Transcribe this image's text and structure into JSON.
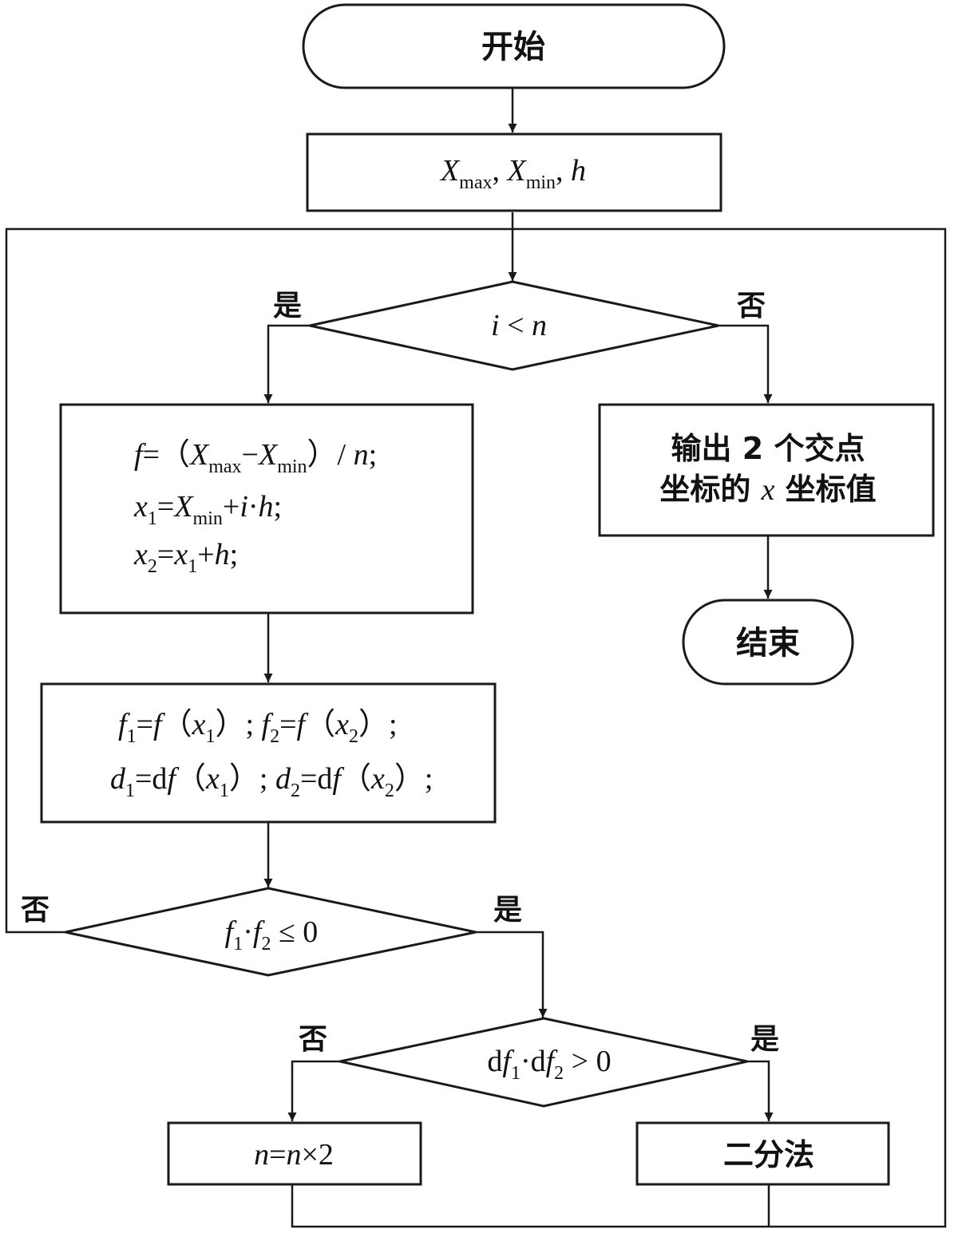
{
  "nodes": {
    "start": "开始",
    "input": {
      "X": "X",
      "max": "max",
      "sep1": ", ",
      "min": "min",
      "sep2": ", ",
      "h": "h"
    },
    "cond1": {
      "i": "i",
      "lt": " < ",
      "n": "n"
    },
    "proc1": {
      "l1_f": "f",
      "l1_eq": "=（",
      "l1_X1": "X",
      "l1_max": "max",
      "l1_minus": "−",
      "l1_X2": "X",
      "l1_min": "min",
      "l1_close": "）/ ",
      "l1_n": "n",
      "l1_semi": ";",
      "l2_x": "x",
      "l2_1": "1",
      "l2_eq": "=",
      "l2_X": "X",
      "l2_min": "min",
      "l2_plus": "+",
      "l2_i": "i",
      "l2_dot": "·",
      "l2_h": "h",
      "l2_semi": ";",
      "l3_x": "x",
      "l3_2": "2",
      "l3_eq": "=",
      "l3_x1": "x",
      "l3_1": "1",
      "l3_plus": "+",
      "l3_h": "h",
      "l3_semi": ";"
    },
    "proc2": {
      "l1_f1": "f",
      "l1_s1": "1",
      "l1_eq1": "=",
      "l1_fn1": "f",
      "l1_p1": "（",
      "l1_x1": "x",
      "l1_xs1": "1",
      "l1_c1": "）; ",
      "l1_f2": "f",
      "l1_s2": "2",
      "l1_eq2": "=",
      "l1_fn2": "f",
      "l1_p2": "（",
      "l1_x2": "x",
      "l1_xs2": "2",
      "l1_c2": "）;",
      "l2_d1": "d",
      "l2_s1": "1",
      "l2_eq1": "=d",
      "l2_fn1": "f",
      "l2_p1": "（",
      "l2_x1": "x",
      "l2_xs1": "1",
      "l2_c1": "）; ",
      "l2_d2": "d",
      "l2_s2": "2",
      "l2_eq2": "=d",
      "l2_fn2": "f",
      "l2_p2": "（",
      "l2_x2": "x",
      "l2_xs2": "2",
      "l2_c2": "）;"
    },
    "cond2": {
      "f1": "f",
      "s1": "1",
      "dot": "·",
      "f2": "f",
      "s2": "2",
      "op": " ≤ 0"
    },
    "cond3": {
      "d1": "d",
      "f1": "f",
      "s1": "1",
      "dot": "·d",
      "f2": "f",
      "s2": "2",
      "op": " > 0"
    },
    "double": {
      "n1": "n",
      "eq": "=",
      "n2": "n",
      "rest": "×2"
    },
    "bisect": "二分法",
    "output": {
      "line1": "输出 2 个交点",
      "line2_a": "坐标的 ",
      "line2_x": "x",
      "line2_b": " 坐标值"
    },
    "end": "结束"
  },
  "labels": {
    "cond1_yes": "是",
    "cond1_no": "否",
    "cond2_no": "否",
    "cond2_yes": "是",
    "cond3_no": "否",
    "cond3_yes": "是"
  },
  "colors": {
    "stroke": "#1a1a1a",
    "fill": "#ffffff",
    "text": "#111111"
  }
}
